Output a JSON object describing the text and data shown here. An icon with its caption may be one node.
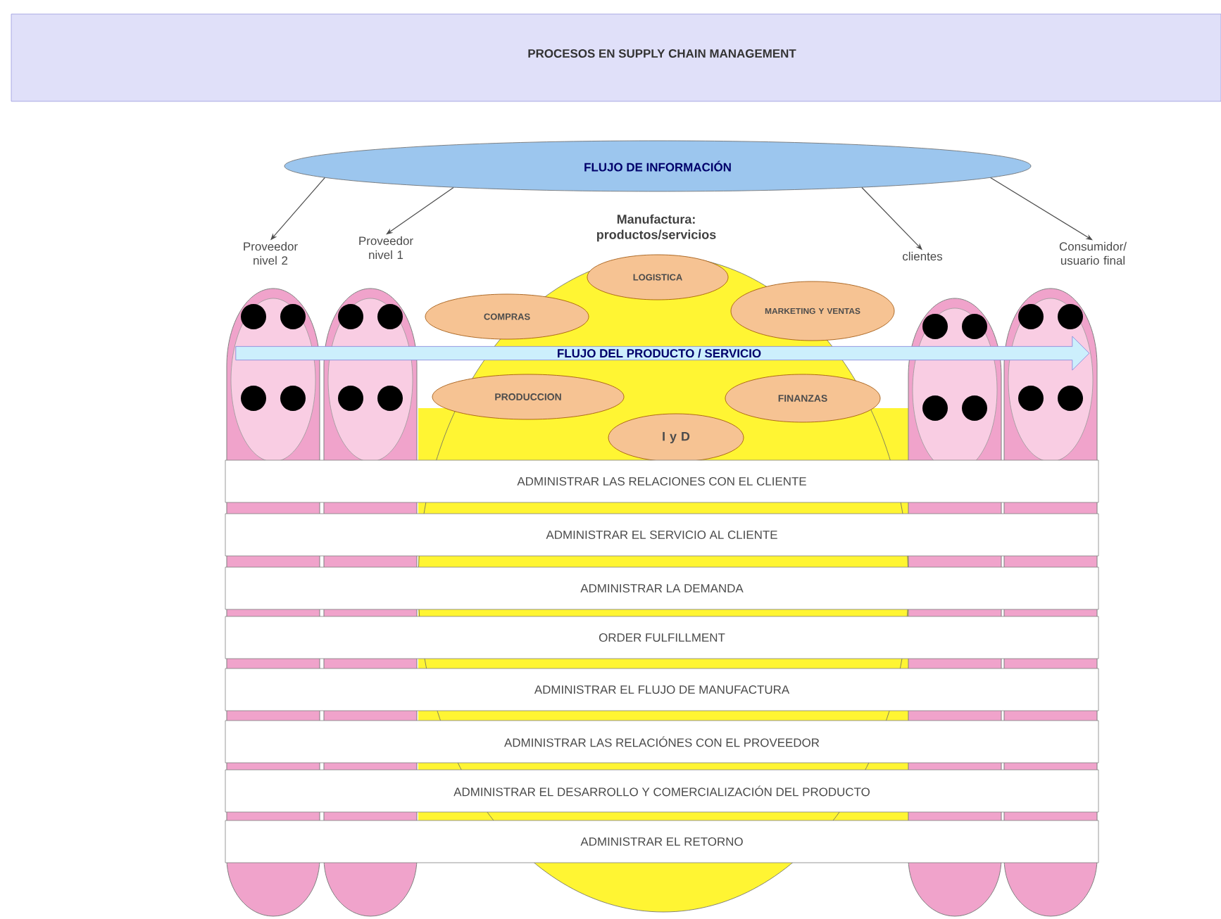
{
  "diagram": {
    "title": "PROCESOS EN SUPPLY CHAIN MANAGEMENT",
    "nodes": [
      {
        "text": [
          "FLUJO DE INFORMACIÓN"
        ]
      },
      {
        "text": [
          "Proveedor nivel 2"
        ]
      },
      {
        "text": [
          "Proveedor nivel 1"
        ]
      },
      {
        "text": [
          "Manufactura: productos/servicios"
        ]
      },
      {
        "text": [
          "clientes"
        ]
      },
      {
        "text": [
          "Consumidor/ usuario final"
        ]
      },
      {
        "text": [
          "LOGISTICA"
        ],
        "in": 3
      },
      {
        "text": [
          "COMPRAS"
        ],
        "in": 3
      },
      {
        "text": [
          "MARKETING Y VENTAS"
        ],
        "in": 3
      },
      {
        "text": [
          "PRODUCCION"
        ],
        "in": 3
      },
      {
        "text": [
          "FINANZAS"
        ],
        "in": 3
      },
      {
        "text": [
          "I y D"
        ],
        "in": 3
      },
      {
        "text": [
          "FLUJO DEL PRODUCTO / SERVICIO"
        ]
      },
      {
        "text": [
          "ADMINISTRAR  LAS RELACIONES  CON EL CLIENTE"
        ]
      },
      {
        "text": [
          "ADMINISTRAR EL SERVICIO AL CLIENTE"
        ]
      },
      {
        "text": [
          "ADMINISTRAR  LA DEMANDA"
        ]
      },
      {
        "text": [
          "ORDER FULFILLMENT"
        ]
      },
      {
        "text": [
          "ADMINISTRAR EL FLUJO DE MANUFACTURA"
        ]
      },
      {
        "text": [
          "ADMINISTRAR LAS RELACIÓNES  CON EL PROVEEDOR"
        ]
      },
      {
        "text": [
          "ADMINISTRAR EL DESARROLLO Y COMERCIALIZACIÓN DEL PRODUCTO"
        ]
      },
      {
        "text": [
          "ADMINISTRAR  EL  RETORNO"
        ]
      }
    ],
    "edges": [
      {
        "from": 0,
        "to": 1,
        "arrow": "to"
      },
      {
        "from": 0,
        "to": 2,
        "arrow": "to"
      },
      {
        "from": 0,
        "to": 4,
        "arrow": "to"
      },
      {
        "from": 0,
        "to": 5,
        "arrow": "to"
      }
    ]
  }
}
